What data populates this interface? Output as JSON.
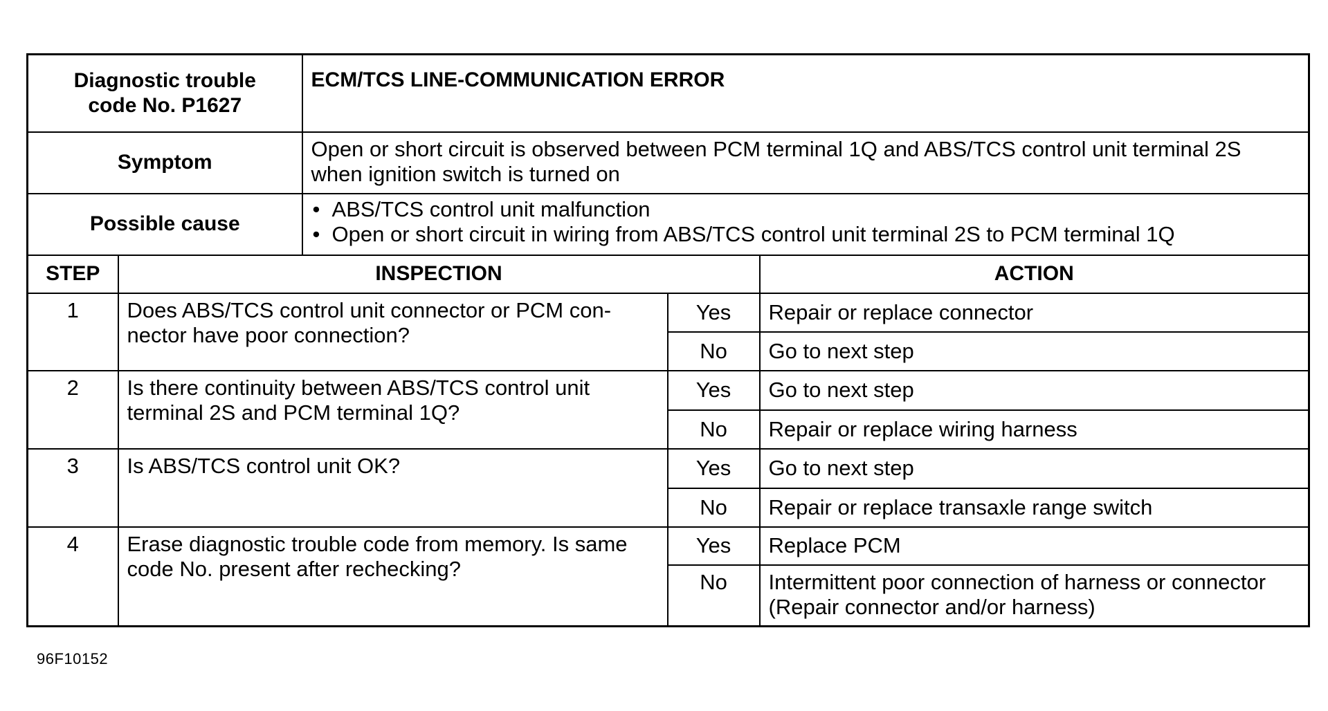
{
  "header": {
    "code_label_line1": "Diagnostic trouble",
    "code_label_line2": "code No. P1627",
    "title": "ECM/TCS LINE-COMMUNICATION ERROR",
    "symptom_label": "Symptom",
    "symptom_text_line1": "Open or short circuit is observed between PCM terminal 1Q and ABS/TCS control unit terminal 2S",
    "symptom_text_line2": "when ignition switch is turned on",
    "cause_label": "Possible cause",
    "bullet": "•",
    "causes": [
      "ABS/TCS control unit malfunction",
      "Open or short circuit in wiring from ABS/TCS control unit terminal 2S to PCM terminal 1Q"
    ]
  },
  "columns": {
    "step": "STEP",
    "inspection": "INSPECTION",
    "action": "ACTION"
  },
  "steps": [
    {
      "number": "1",
      "inspection_line1": "Does ABS/TCS control unit connector or PCM con-",
      "inspection_line2": "nector have poor connection?",
      "yes_label": "Yes",
      "yes_action": "Repair or replace connector",
      "no_label": "No",
      "no_action": "Go to next step"
    },
    {
      "number": "2",
      "inspection_line1": "Is there continuity between ABS/TCS control unit",
      "inspection_line2": "terminal 2S and PCM terminal 1Q?",
      "yes_label": "Yes",
      "yes_action": "Go to next step",
      "no_label": "No",
      "no_action": "Repair or replace wiring harness"
    },
    {
      "number": "3",
      "inspection_line1": "Is ABS/TCS control unit OK?",
      "inspection_line2": "",
      "yes_label": "Yes",
      "yes_action": "Go to next step",
      "no_label": "No",
      "no_action": "Repair or replace transaxle range switch"
    },
    {
      "number": "4",
      "inspection_line1": "Erase diagnostic trouble code from memory. Is same",
      "inspection_line2": "code No. present after rechecking?",
      "yes_label": "Yes",
      "yes_action": "Replace PCM",
      "no_label": "No",
      "no_action_line1": "Intermittent poor connection of harness or connector",
      "no_action_line2": "(Repair connector and/or harness)"
    }
  ],
  "figure_id": "96F10152"
}
